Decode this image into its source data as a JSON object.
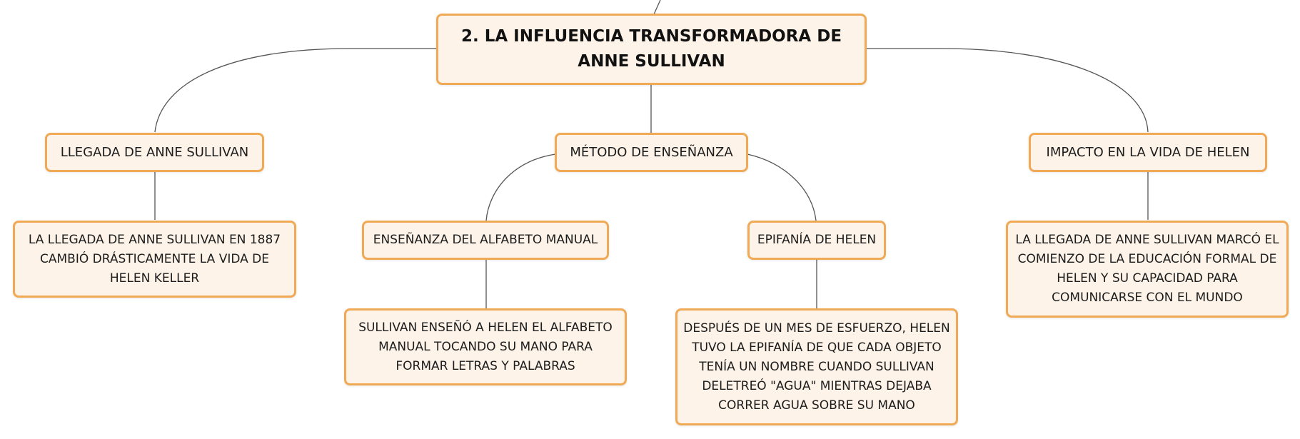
{
  "mindmap": {
    "root": "2. LA INFLUENCIA TRANSFORMADORA DE ANNE SULLIVAN",
    "branches": [
      {
        "title": "LLEGADA DE ANNE SULLIVAN",
        "detail": "LA LLEGADA DE ANNE SULLIVAN EN 1887 CAMBIÓ DRÁSTICAMENTE LA VIDA DE HELEN KELLER"
      },
      {
        "title": "MÉTODO DE ENSEÑANZA",
        "children": [
          {
            "title": "ENSEÑANZA DEL ALFABETO MANUAL",
            "detail": "SULLIVAN ENSEÑÓ A HELEN EL ALFABETO MANUAL TOCANDO SU MANO PARA FORMAR LETRAS Y PALABRAS"
          },
          {
            "title": "EPIFANÍA DE HELEN",
            "detail": "DESPUÉS DE UN MES DE ESFUERZO, HELEN TUVO LA EPIFANÍA DE QUE CADA OBJETO TENÍA UN NOMBRE CUANDO SULLIVAN DELETREÓ \"AGUA\" MIENTRAS DEJABA CORRER AGUA SOBRE SU MANO"
          }
        ]
      },
      {
        "title": "IMPACTO EN LA VIDA DE HELEN",
        "detail": "LA LLEGADA DE ANNE SULLIVAN MARCÓ EL COMIENZO DE LA EDUCACIÓN FORMAL DE HELEN Y SU CAPACIDAD PARA COMUNICARSE CON EL MUNDO"
      }
    ]
  },
  "colors": {
    "node_fill": "#fdf3e8",
    "node_border": "#f0aa55",
    "connector": "#555555"
  }
}
